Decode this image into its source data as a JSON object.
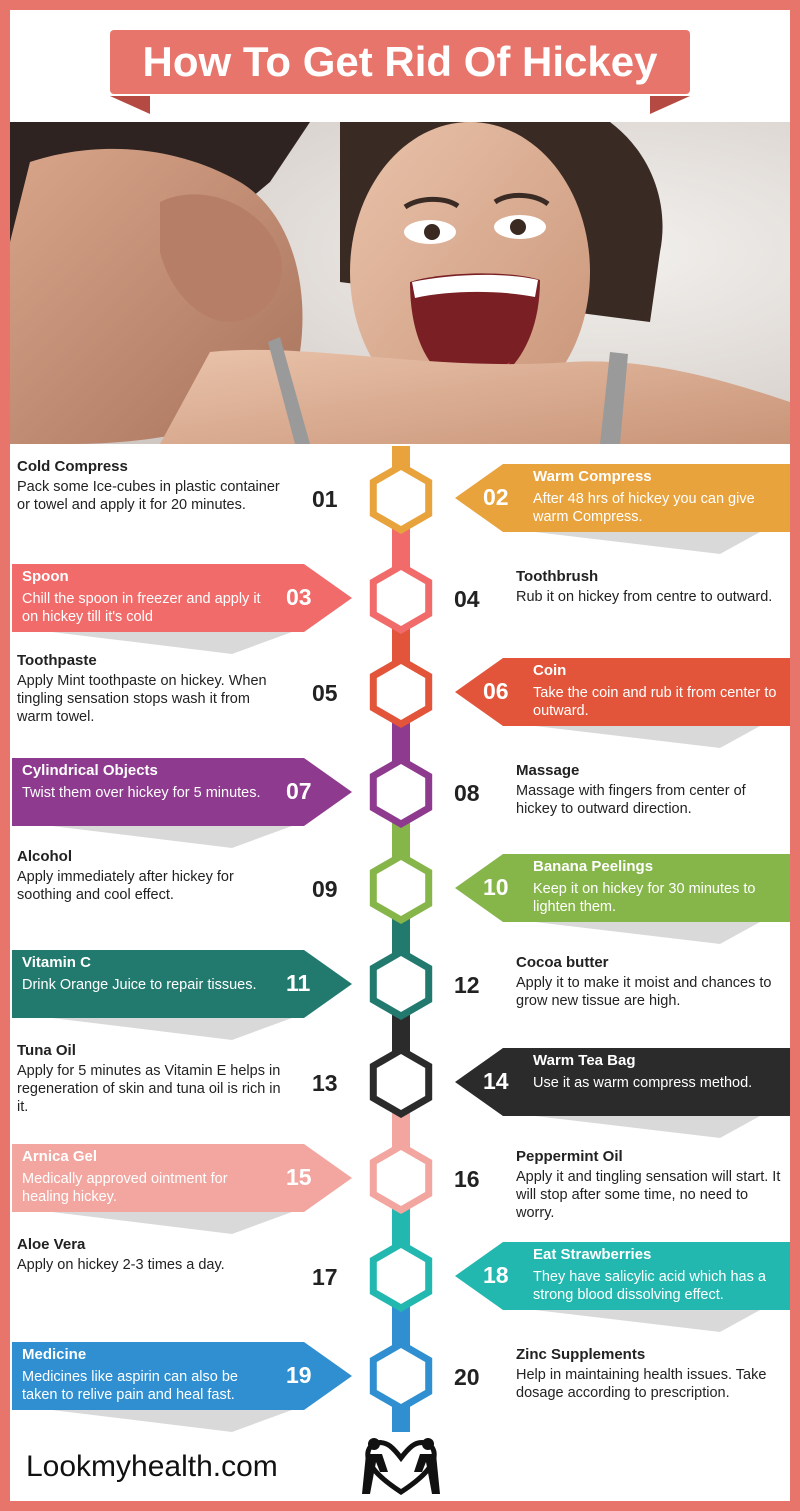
{
  "title": "How To Get Rid Of Hickey",
  "brand": "Lookmyhealth.com",
  "colors": {
    "frame": "#e8756b",
    "orange": "#e8a33d",
    "coral": "#f06b6a",
    "red_orange": "#e2553a",
    "purple": "#8e3a8e",
    "green": "#86b64a",
    "teal_dark": "#227a6e",
    "black": "#2b2b2b",
    "pink": "#f2a69f",
    "cyan": "#22b8b0",
    "blue": "#2f8fd0"
  },
  "icons": [
    "hexagon-icon",
    "heart-people-logo-icon"
  ],
  "tips": [
    {
      "num": "01",
      "title": "Cold Compress",
      "desc": "Pack some Ice-cubes in plastic container or towel and apply it for 20 minutes."
    },
    {
      "num": "02",
      "title": "Warm Compress",
      "desc": "After 48 hrs of hickey you can give warm Compress."
    },
    {
      "num": "03",
      "title": "Spoon",
      "desc": "Chill the spoon in freezer and apply it on hickey till it's cold"
    },
    {
      "num": "04",
      "title": "Toothbrush",
      "desc": "Rub it on hickey from centre to outward."
    },
    {
      "num": "05",
      "title": "Toothpaste",
      "desc": "Apply Mint toothpaste on hickey. When tingling sensation stops wash it from warm towel."
    },
    {
      "num": "06",
      "title": "Coin",
      "desc": "Take the coin and rub it from center to outward."
    },
    {
      "num": "07",
      "title": "Cylindrical Objects",
      "desc": "Twist them over hickey for 5 minutes."
    },
    {
      "num": "08",
      "title": "Massage",
      "desc": "Massage with fingers from center of hickey to outward direction."
    },
    {
      "num": "09",
      "title": "Alcohol",
      "desc": "Apply immediately after hickey for soothing and cool effect."
    },
    {
      "num": "10",
      "title": "Banana Peelings",
      "desc": "Keep it on hickey for 30 minutes to lighten them."
    },
    {
      "num": "11",
      "title": "Vitamin C",
      "desc": "Drink Orange Juice to repair tissues."
    },
    {
      "num": "12",
      "title": "Cocoa butter",
      "desc": "Apply it to make it moist and chances to grow new tissue are high."
    },
    {
      "num": "13",
      "title": "Tuna Oil",
      "desc": "Apply for 5 minutes as Vitamin E helps in regeneration of skin and tuna oil is rich in it."
    },
    {
      "num": "14",
      "title": "Warm Tea Bag",
      "desc": "Use it as warm compress method."
    },
    {
      "num": "15",
      "title": "Arnica Gel",
      "desc": "Medically approved ointment for healing hickey."
    },
    {
      "num": "16",
      "title": "Peppermint Oil",
      "desc": "Apply it and tingling sensation will start. It will stop after some time, no need to worry."
    },
    {
      "num": "17",
      "title": "Aloe Vera",
      "desc": "Apply on hickey 2-3 times a day."
    },
    {
      "num": "18",
      "title": "Eat Strawberries",
      "desc": "They have salicylic acid which has a strong blood dissolving effect."
    },
    {
      "num": "19",
      "title": "Medicine",
      "desc": "Medicines like aspirin can also be taken to relive pain and heal fast."
    },
    {
      "num": "20",
      "title": "Zinc Supplements",
      "desc": "Help in maintaining health issues. Take dosage according to prescription."
    }
  ]
}
